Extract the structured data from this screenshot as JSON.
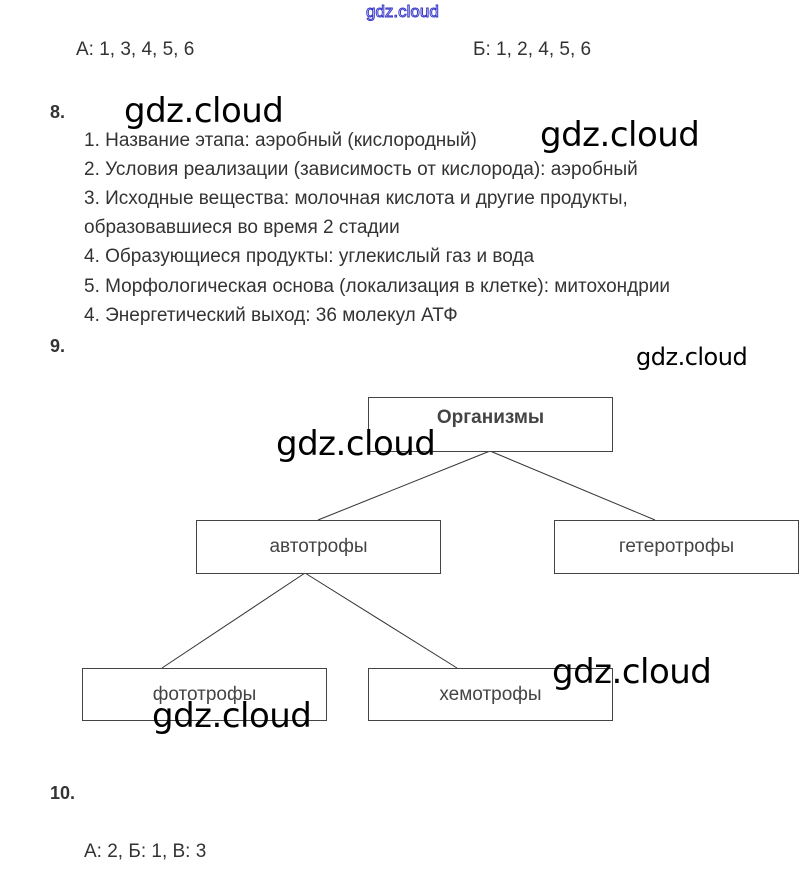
{
  "top_watermark": "gdz.cloud",
  "q7": {
    "a": "А: 1, 3, 4, 5, 6",
    "b": "Б: 1, 2, 4, 5, 6"
  },
  "q8": {
    "number": "8.",
    "lines": [
      "1. Название этапа: аэробный (кислородный)",
      "2. Условия реализации (зависимость от кислорода): аэробный",
      "3. Исходные вещества: молочная кислота и другие продукты,",
      "образовавшиеся во время 2 стадии",
      "4. Образующиеся продукты: углекислый газ и вода",
      "5. Морфологическая основа (локализация в клетке): митохондрии",
      "4. Энергетический выход: 36 молекул АТФ"
    ]
  },
  "q9": {
    "number": "9.",
    "root": "Организмы",
    "autotrophs": "автотрофы",
    "heterotrophs": "гетеротрофы",
    "phototrophs": "фототрофы",
    "chemotrophs": "хемотрофы"
  },
  "q10": {
    "number": "10.",
    "answer": "А: 2, Б: 1, В: 3"
  },
  "watermarks": [
    "gdz.cloud",
    "gdz.cloud",
    "gdz.cloud",
    "gdz.cloud",
    "gdz.cloud",
    "gdz.cloud"
  ]
}
